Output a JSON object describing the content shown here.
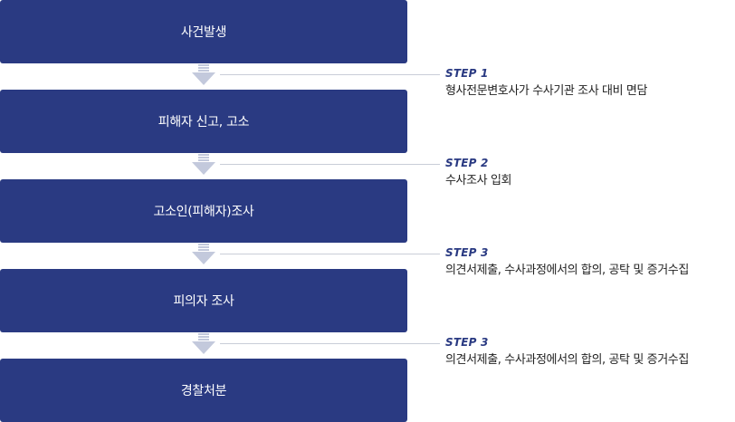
{
  "flow": {
    "boxes": [
      {
        "label": "사건발생"
      },
      {
        "label": "피해자 신고, 고소"
      },
      {
        "label": "고소인(피해자)조사"
      },
      {
        "label": "피의자 조사"
      },
      {
        "label": "경찰처분"
      }
    ],
    "steps": [
      {
        "label": "STEP 1",
        "description": "형사전문변호사가 수사기관 조사 대비 면담"
      },
      {
        "label": "STEP 2",
        "description": "수사조사 입회"
      },
      {
        "label": "STEP 3",
        "description": "의견서제출, 수사과정에서의 합의, 공탁 및 증거수집"
      },
      {
        "label": "STEP 3",
        "description": "의견서제출, 수사과정에서의 합의, 공탁 및 증거수집"
      }
    ]
  },
  "colors": {
    "box": "#2a3a82",
    "arrow": "#c3c9dc",
    "connector": "#c9cdd8",
    "step_label": "#2a3a82"
  },
  "icons": {
    "arrow": "down-arrow-icon"
  }
}
